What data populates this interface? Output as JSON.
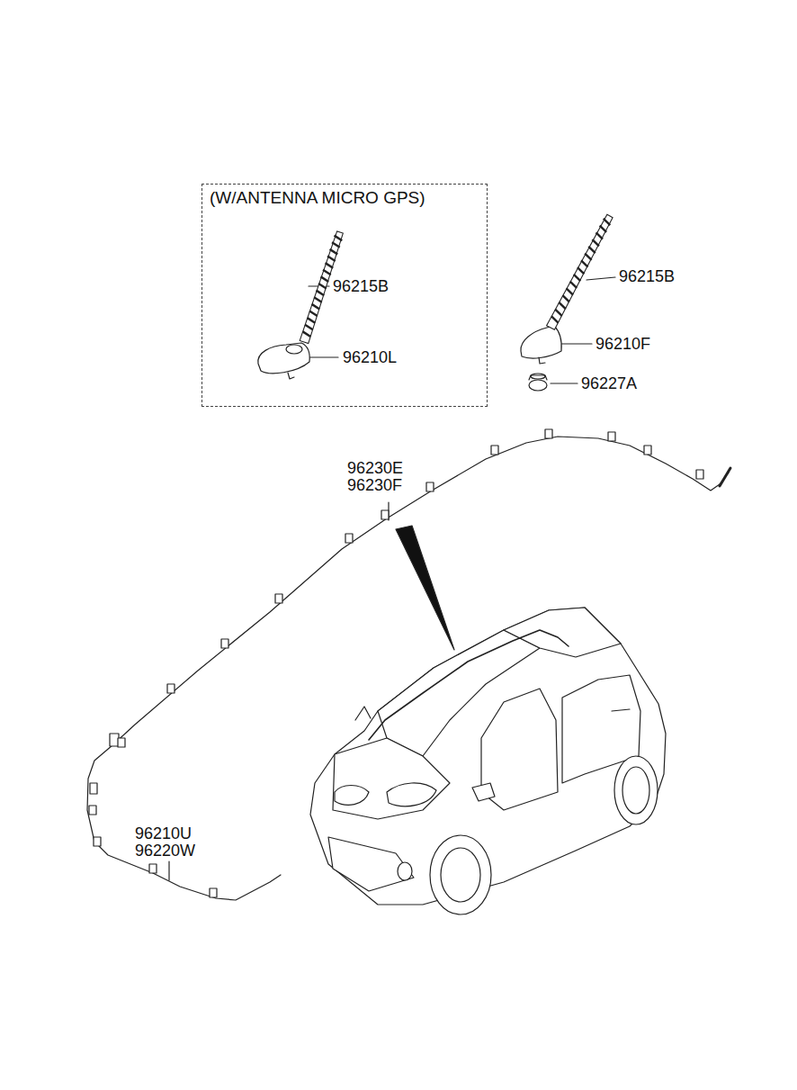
{
  "diagram": {
    "nodes": [
      {
        "text": [
          "(W/ANTENNA MICRO GPS)"
        ]
      }
    ],
    "edges": [],
    "labels": [
      "96215B",
      "96210L",
      "96215B",
      "96210F",
      "96227A",
      "96230E",
      "96230F",
      "96210U",
      "96220W"
    ]
  }
}
